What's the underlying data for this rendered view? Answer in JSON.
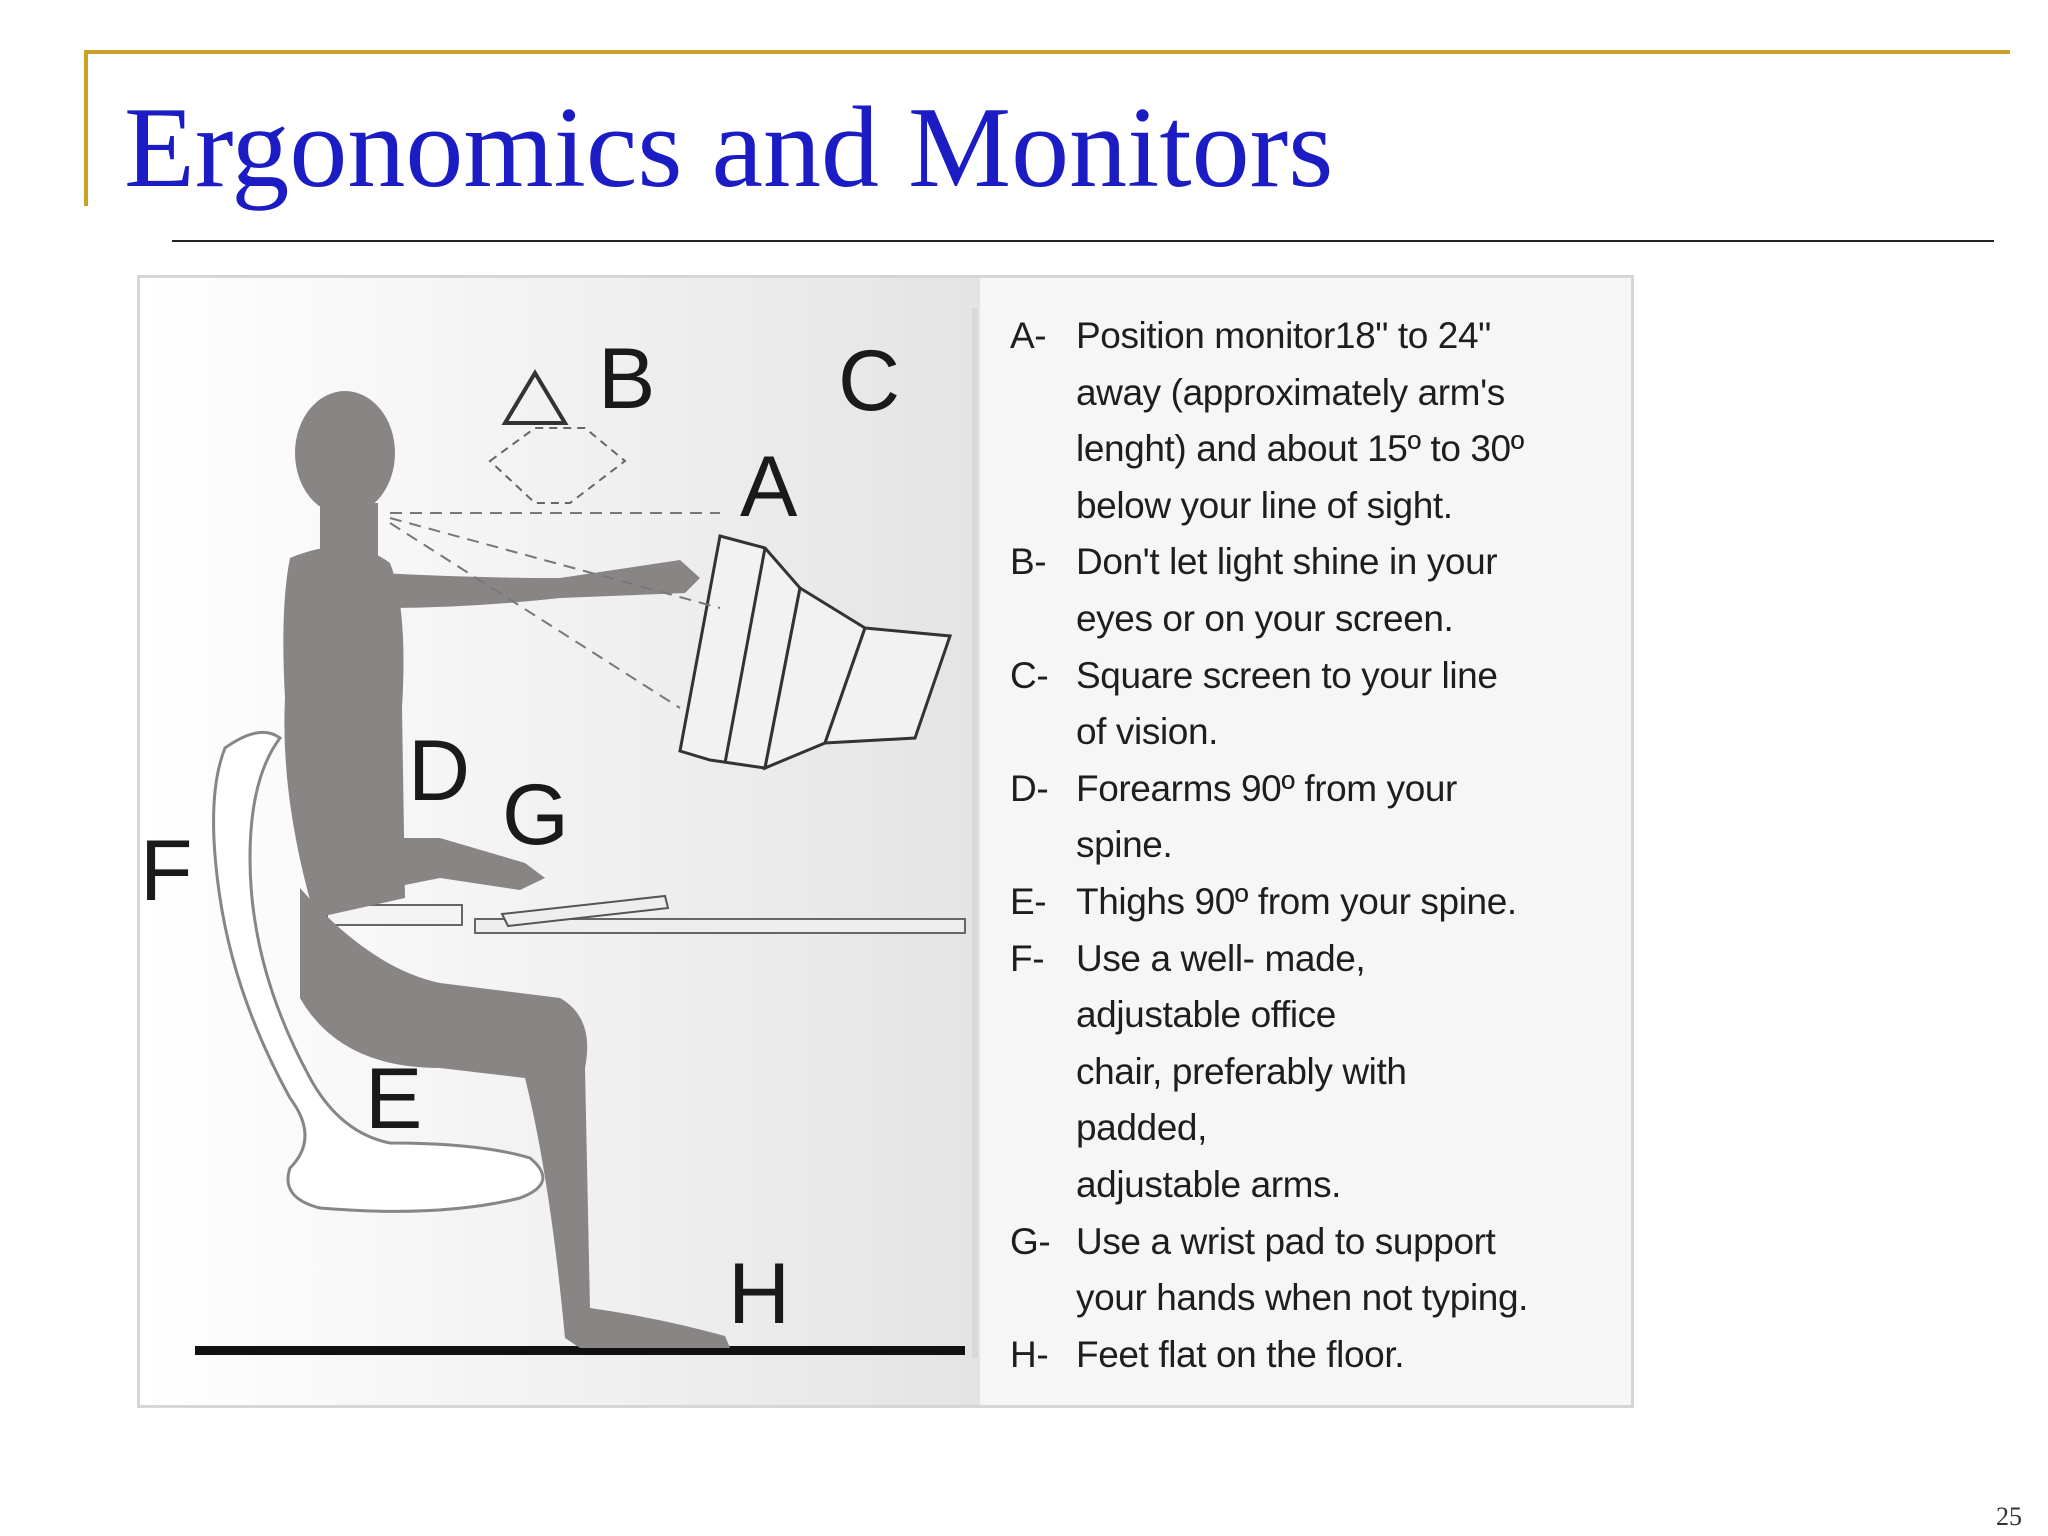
{
  "slide": {
    "title": "Ergonomics and Monitors",
    "page_number": "25"
  },
  "figure": {
    "labels": {
      "A": "A",
      "B": "B",
      "C": "C",
      "D": "D",
      "E": "E",
      "F": "F",
      "G": "G",
      "H": "H"
    },
    "legend": [
      {
        "key": "A-",
        "lines": [
          "Position monitor18\" to 24\"",
          "away (approximately arm's",
          "lenght) and about 15º to 30º",
          "below your line of sight."
        ]
      },
      {
        "key": "B-",
        "lines": [
          "Don't let light shine in your",
          "eyes or on your screen."
        ]
      },
      {
        "key": "C-",
        "lines": [
          "Square screen to your line",
          "of vision."
        ]
      },
      {
        "key": "D-",
        "lines": [
          "Forearms 90º from your",
          "spine."
        ]
      },
      {
        "key": "E-",
        "lines": [
          "Thighs 90º from your spine."
        ]
      },
      {
        "key": "F-",
        "lines": [
          "Use a well- made,",
          "adjustable office",
          "chair, preferably with",
          "padded,",
          "adjustable arms."
        ]
      },
      {
        "key": "G-",
        "lines": [
          "Use a wrist pad to support",
          "your hands when not typing."
        ]
      },
      {
        "key": "H-",
        "lines": [
          "Feet flat on the floor."
        ]
      }
    ]
  },
  "colors": {
    "title": "#1c1cc4",
    "accent": "#c9a227",
    "figure_silhouette": "#8a8585"
  }
}
